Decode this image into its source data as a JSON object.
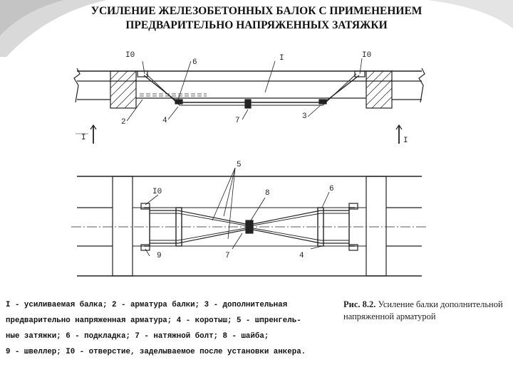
{
  "page": {
    "title_line1": "УСИЛЕНИЕ ЖЕЛЕЗОБЕТОННЫХ БАЛОК С ПРИМЕНЕНИЕМ",
    "title_line2": "ПРЕДВАРИТЕЛЬНО НАПРЯЖЕННЫХ ЗАТЯЖКИ"
  },
  "drawing": {
    "elevation_labels": {
      "col_left": "I0",
      "beam": "I",
      "col_right": "I0",
      "six": "6",
      "two": "2",
      "four": "4",
      "seven": "7",
      "three": "3",
      "section_left": "I",
      "section_right": "I"
    },
    "plan_labels": {
      "five": "5",
      "eight": "8",
      "six": "6",
      "ten": "I0",
      "nine": "9",
      "seven": "7",
      "four": "4"
    }
  },
  "legend": {
    "lines": [
      "I - усиливаемая балка; 2 - арматура балки; 3 - дополнительная",
      "предварительно напряженная арматура; 4 - коротыш; 5 - шпренгель-",
      "ные затяжки; 6 - подкладка; 7 - натяжной болт; 8 - шайба;",
      "9 - швеллер; I0 - отверстие, заделываемое после установки анкера."
    ]
  },
  "caption": {
    "figure": "Рис. 8.2.",
    "text": "Усиление балки дополнительной напряженной арматурой"
  }
}
